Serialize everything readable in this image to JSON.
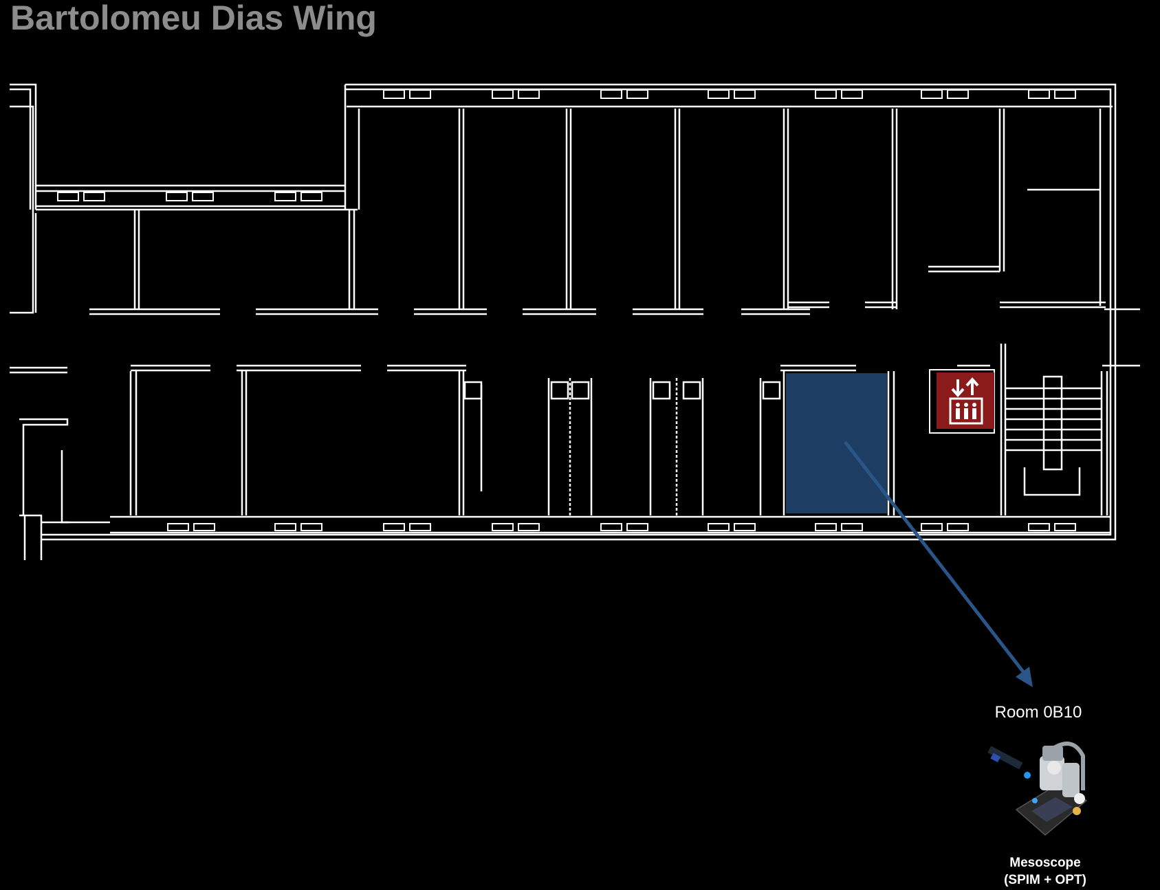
{
  "header": {
    "title": "Bartolomeu Dias Wing"
  },
  "highlighted_room": {
    "label": "Room 0B10",
    "fill_color": "#1d3d62",
    "arrow_color": "#2a5588"
  },
  "instrument": {
    "name": "Mesoscope",
    "subtitle": "(SPIM + OPT)",
    "image_icon": "microscope-icon"
  },
  "legend": {
    "elevator_icon": "elevator-icon",
    "elevator_color": "#8b1a1a"
  },
  "colors": {
    "background": "#000000",
    "walls": "#ffffff",
    "title": "#8c8c8c"
  }
}
